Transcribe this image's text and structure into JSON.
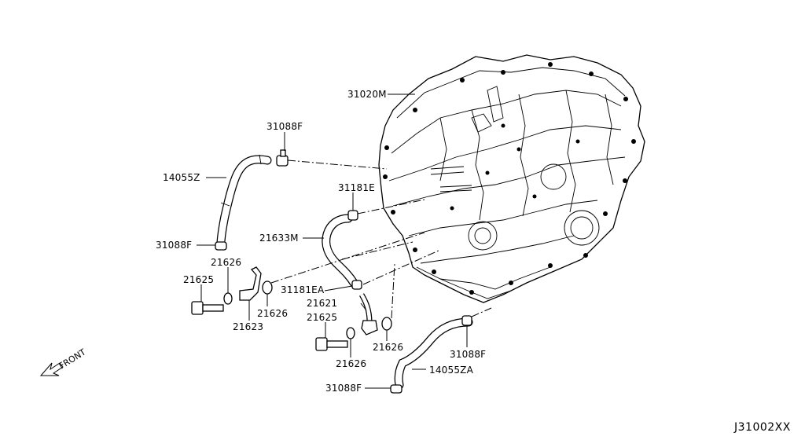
{
  "diagram": {
    "labels": {
      "p31020M": "31020M",
      "p31088F_top": "31088F",
      "p14055Z": "14055Z",
      "p31088F_left": "31088F",
      "p31181E": "31181E",
      "p21633M": "21633M",
      "p21626_a": "21626",
      "p21625_a": "21625",
      "p21623": "21623",
      "p21626_b": "21626",
      "p31181EA": "31181EA",
      "p21621": "21621",
      "p21625_b": "21625",
      "p21626_c": "21626",
      "p21626_d": "21626",
      "p31088F_right": "31088F",
      "p14055ZA": "14055ZA",
      "p31088F_bottom": "31088F"
    },
    "front_label": "FRONT",
    "diagram_code": "J31002XX"
  }
}
